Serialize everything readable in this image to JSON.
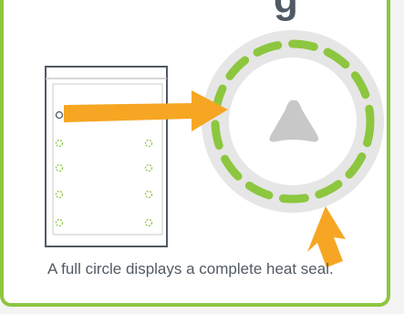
{
  "title_fragment": "g",
  "caption": "A full circle displays a complete heat seal.",
  "colors": {
    "border": "#8dc63f",
    "seal_ring": "#e6e6e6",
    "dashes": "#8dc63f",
    "arrow": "#f6a623",
    "triangle": "#c8c8c8",
    "outline": "#505a64"
  },
  "icons": [
    "bag-outline",
    "seal-dot",
    "magnified-seal-circle",
    "triangle-center",
    "pointer-arrow"
  ],
  "diagram": {
    "left_seal_columns": 2,
    "left_seal_rows": 4,
    "highlighted_seal": "top-left"
  }
}
